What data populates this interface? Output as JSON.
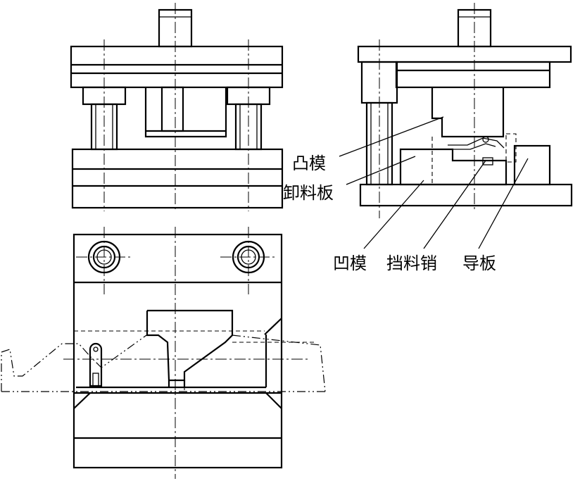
{
  "labels": {
    "punch": "凸模",
    "stripper": "卸料板",
    "die": "凹模",
    "stop_pin": "挡料销",
    "guide_plate": "导板"
  }
}
